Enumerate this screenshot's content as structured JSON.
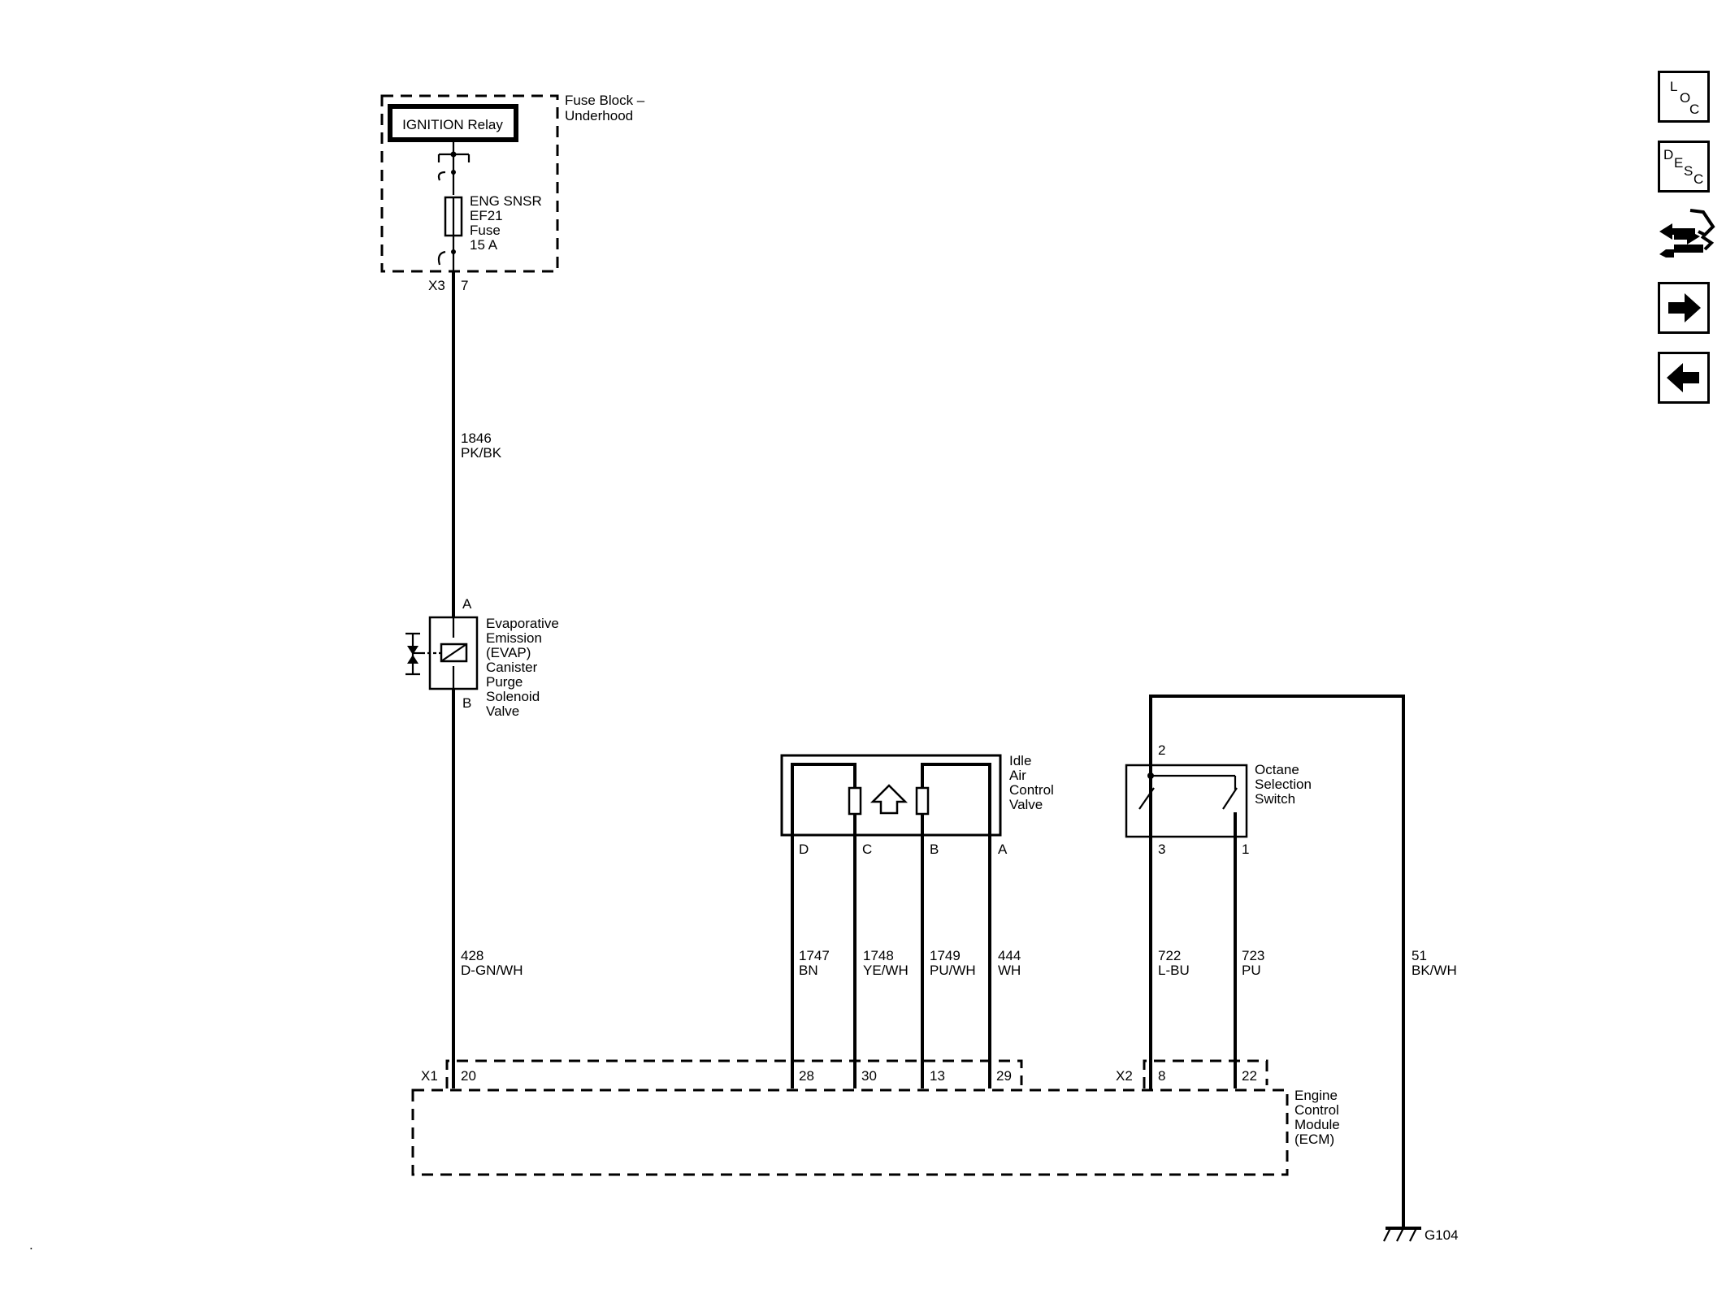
{
  "fuse_block": {
    "title_line1": "Fuse Block –",
    "title_line2": "Underhood",
    "relay_label": "IGNITION Relay",
    "fuse_line1": "ENG SNSR",
    "fuse_line2": "EF21",
    "fuse_line3": "Fuse",
    "fuse_line4": "15 A",
    "connector": "X3",
    "pin": "7"
  },
  "wires": {
    "w1846": {
      "circuit": "1846",
      "color": "PK/BK"
    },
    "w428": {
      "circuit": "428",
      "color": "D-GN/WH"
    },
    "w1747": {
      "circuit": "1747",
      "color": "BN"
    },
    "w1748": {
      "circuit": "1748",
      "color": "YE/WH"
    },
    "w1749": {
      "circuit": "1749",
      "color": "PU/WH"
    },
    "w444": {
      "circuit": "444",
      "color": "WH"
    },
    "w722": {
      "circuit": "722",
      "color": "L-BU"
    },
    "w723": {
      "circuit": "723",
      "color": "PU"
    },
    "w51": {
      "circuit": "51",
      "color": "BK/WH"
    }
  },
  "evap": {
    "pin_a": "A",
    "pin_b": "B",
    "line1": "Evaporative",
    "line2": "Emission",
    "line3": "(EVAP)",
    "line4": "Canister",
    "line5": "Purge",
    "line6": "Solenoid",
    "line7": "Valve"
  },
  "iac": {
    "line1": "Idle",
    "line2": "Air",
    "line3": "Control",
    "line4": "Valve",
    "pin_d": "D",
    "pin_c": "C",
    "pin_b": "B",
    "pin_a": "A"
  },
  "octane": {
    "line1": "Octane",
    "line2": "Selection",
    "line3": "Switch",
    "pin_2": "2",
    "pin_3": "3",
    "pin_1": "1"
  },
  "ecm": {
    "line1": "Engine",
    "line2": "Control",
    "line3": "Module",
    "line4": "(ECM)",
    "x1": "X1",
    "x2": "X2",
    "pin20": "20",
    "pin28": "28",
    "pin30": "30",
    "pin13": "13",
    "pin29": "29",
    "pin8": "8",
    "pin22": "22"
  },
  "ground": {
    "label": "G104"
  },
  "nav": {
    "loc": [
      "L",
      "O",
      "C"
    ],
    "desc": [
      "D",
      "E",
      "S",
      "C"
    ],
    "icons": [
      "connector-icon",
      "arrow-right-icon",
      "arrow-left-icon"
    ]
  }
}
